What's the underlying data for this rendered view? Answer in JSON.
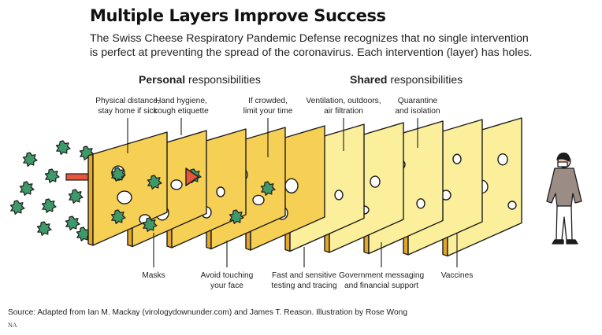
{
  "title": "Multiple Layers Improve Success",
  "subtitle": {
    "line1": "The Swiss Cheese Respiratory Pandemic Defense recognizes that no single intervention",
    "line2": "is perfect at preventing the spread of the coronavirus. Each intervention (layer) has holes."
  },
  "groups": {
    "personal": {
      "bold": "Personal",
      "rest": " responsibilities"
    },
    "shared": {
      "bold": "Shared",
      "rest": " responsibilities"
    }
  },
  "top_labels": [
    {
      "line1": "Physical distance,",
      "line2": "stay home if sick"
    },
    {
      "line1": "Hand hygiene,",
      "line2": "cough etiquette"
    },
    {
      "line1": "If crowded,",
      "line2": "limit your time"
    },
    {
      "line1": "Ventilation, outdoors,",
      "line2": "air filtration"
    },
    {
      "line1": "Quarantine",
      "line2": "and isolation"
    }
  ],
  "bottom_labels": [
    {
      "line1": "Masks",
      "line2": ""
    },
    {
      "line1": "Avoid touching",
      "line2": "your face"
    },
    {
      "line1": "Fast and sensitive",
      "line2": "testing and tracing"
    },
    {
      "line1": "Government messaging",
      "line2": "and financial support"
    },
    {
      "line1": "Vaccines",
      "line2": ""
    }
  ],
  "source": "Source: Adapted from Ian M. Mackay (virologydownunder.com) and James T. Reason. Illustration by Rose Wong",
  "credit": "NA",
  "colors": {
    "personal_slice": "#f6cf55",
    "shared_slice": "#fbef9c",
    "slice_side": "#e3a72a",
    "virus": "#3f9a69",
    "arrow": "#e5563a",
    "outline": "#1c1c1c"
  }
}
